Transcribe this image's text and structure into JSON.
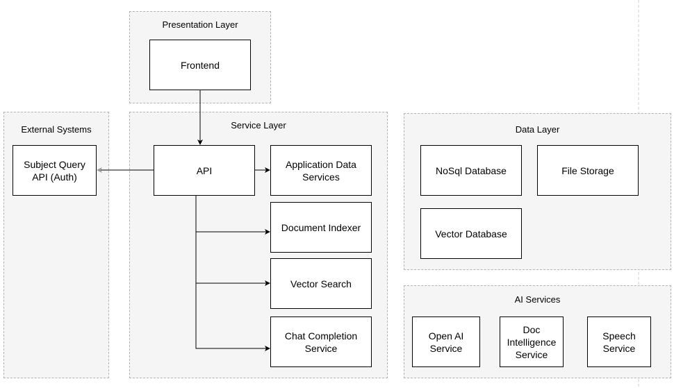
{
  "groups": {
    "presentation": "Presentation Layer",
    "external": "External Systems",
    "service": "Service Layer",
    "data": "Data Layer",
    "ai": "AI Services"
  },
  "nodes": {
    "frontend": "Frontend",
    "subject_query": "Subject Query\nAPI (Auth)",
    "api": "API",
    "app_data": "Application Data\nServices",
    "doc_indexer": "Document Indexer",
    "vector_search": "Vector Search",
    "chat_completion": "Chat Completion\nService",
    "nosql": "NoSql Database",
    "file_storage": "File Storage",
    "vector_db": "Vector Database",
    "openai": "Open AI\nService",
    "doc_intel": "Doc\nIntelligence\nService",
    "speech": "Speech\nService"
  },
  "colors": {
    "group_fill": "#f5f5f5",
    "group_border": "#b3b3b3",
    "edge": "#000000",
    "auth_edge_arrow": "#999999"
  }
}
